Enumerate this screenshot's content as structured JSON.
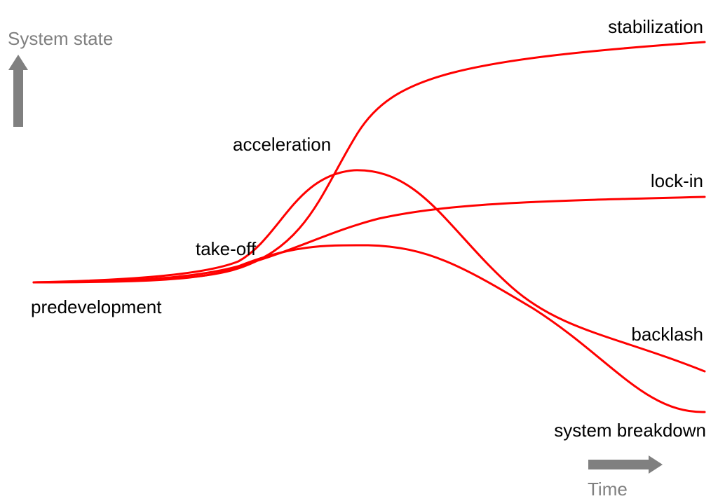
{
  "axes": {
    "y_label": "System state",
    "x_label": "Time",
    "axis_color": "#808080"
  },
  "phases": {
    "predevelopment": "predevelopment",
    "take_off": "take-off",
    "acceleration": "acceleration"
  },
  "outcomes": {
    "stabilization": "stabilization",
    "lock_in": "lock-in",
    "backlash": "backlash",
    "system_breakdown": "system breakdown"
  },
  "curve_color": "#ff0000"
}
